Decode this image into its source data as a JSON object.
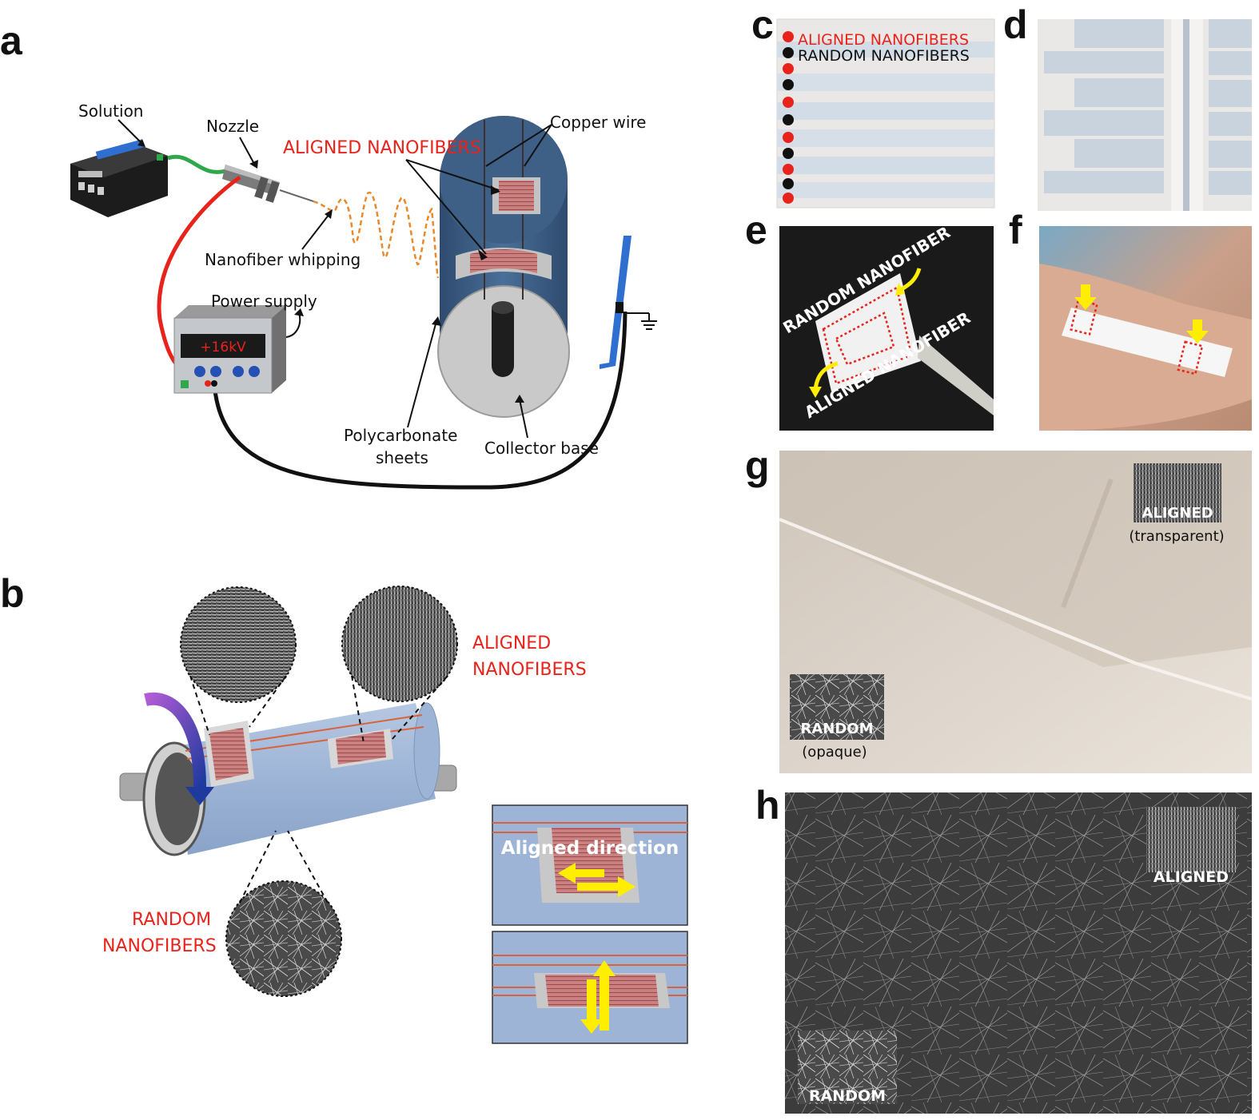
{
  "panels": {
    "a": "a",
    "b": "b",
    "c": "c",
    "d": "d",
    "e": "e",
    "f": "f",
    "g": "g",
    "h": "h"
  },
  "panel_a": {
    "solution": "Solution",
    "nozzle": "Nozzle",
    "copper_wire": "Copper wire",
    "aligned_nanofibers": "ALIGNED NANOFIBERS",
    "nanofiber_whipping": "Nanofiber whipping",
    "power_supply": "Power supply",
    "voltage": "+16kV",
    "polycarbonate_line1": "Polycarbonate",
    "polycarbonate_line2": "sheets",
    "collector_base": "Collector base"
  },
  "panel_b": {
    "aligned_line1": "ALIGNED",
    "aligned_line2": "NANOFIBERS",
    "random_line1": "RANDOM",
    "random_line2": "NANOFIBERS",
    "aligned_direction": "Aligned direction"
  },
  "panel_c": {
    "aligned": "ALIGNED NANOFIBERS",
    "random": "RANDOM NANOFIBERS"
  },
  "panel_e": {
    "random": "RANDOM NANOFIBER",
    "aligned": "ALIGNED NANOFIBER"
  },
  "panel_g": {
    "aligned": "ALIGNED",
    "aligned_note": "(transparent)",
    "random": "RANDOM",
    "random_note": "(opaque)"
  },
  "panel_h": {
    "aligned": "ALIGNED",
    "random": "RANDOM"
  },
  "colors": {
    "red_label": "#e8231c",
    "cylinder": "#3e5f86",
    "drum": "#9fb6d8",
    "yellow_arrow": "#ffee00"
  }
}
